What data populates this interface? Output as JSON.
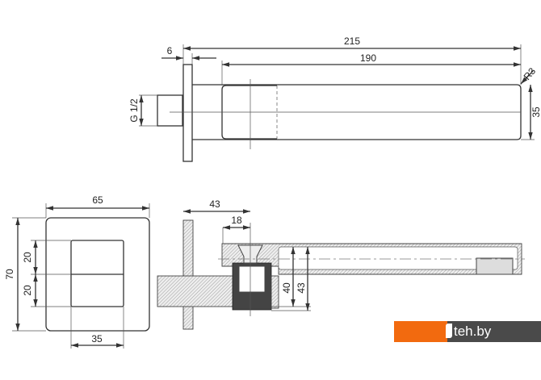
{
  "top_view": {
    "dim_overall": "215",
    "dim_spout": "190",
    "dim_flange": "6",
    "dim_radius": "R3",
    "dim_height": "35",
    "dim_thread": "G 1/2"
  },
  "front_view": {
    "dim_width": "65",
    "dim_height": "70",
    "dim_upper": "20",
    "dim_lower": "20",
    "dim_inner_width": "35"
  },
  "side_view": {
    "dim_depth": "43",
    "dim_offset": "18",
    "dim_inner": "40",
    "dim_outer": "43"
  },
  "watermark": {
    "text": "teh.by",
    "colors": {
      "orange": "#f26a0f",
      "dark": "#4a4a4a"
    }
  }
}
